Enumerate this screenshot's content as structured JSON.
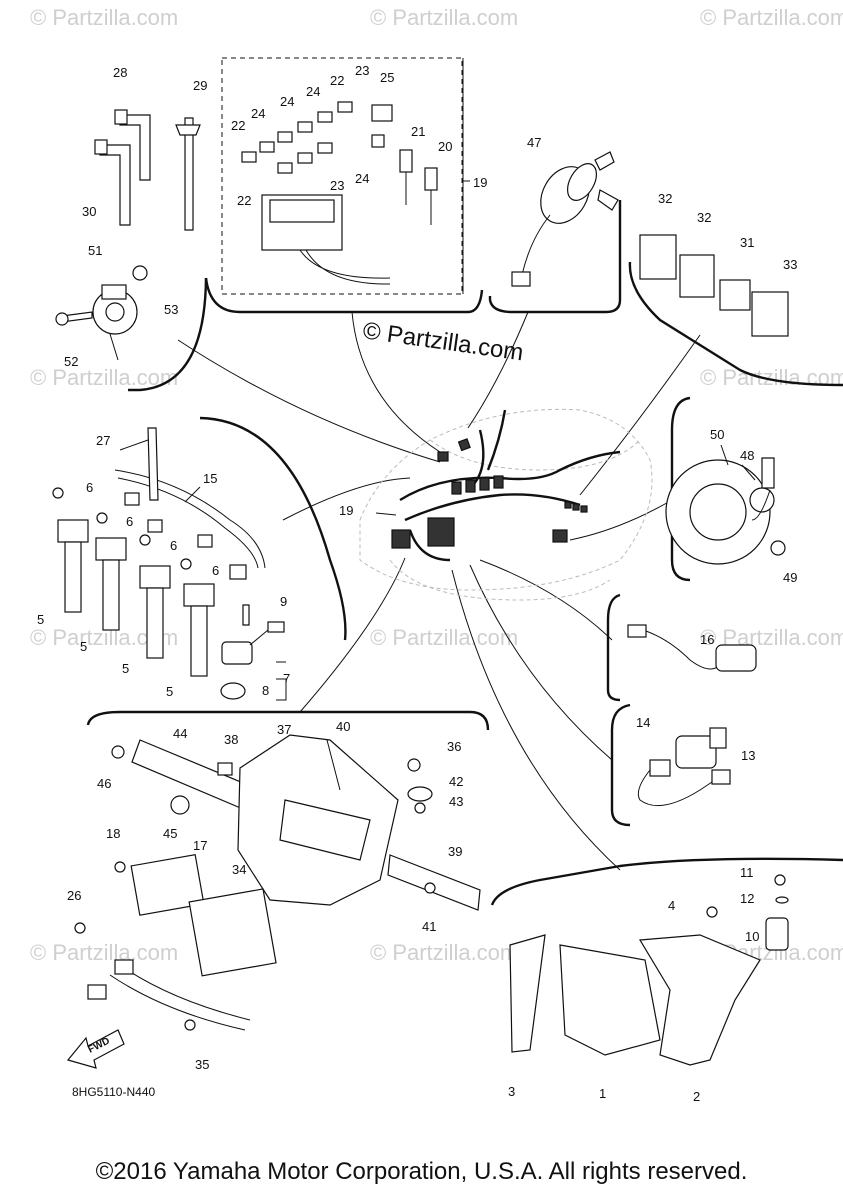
{
  "watermark": {
    "text": "© Partzilla.com",
    "center_text": "© Partzilla.com"
  },
  "diagram_code": "8HG5110-N440",
  "fwd_label": "FWD",
  "footer": "©2016 Yamaha Motor Corporation, U.S.A. All rights reserved.",
  "callouts": {
    "c1": "1",
    "c2": "2",
    "c3": "3",
    "c4": "4",
    "c5a": "5",
    "c5b": "5",
    "c5c": "5",
    "c5d": "5",
    "c6a": "6",
    "c6b": "6",
    "c6c": "6",
    "c6d": "6",
    "c7": "7",
    "c8": "8",
    "c9": "9",
    "c10": "10",
    "c11": "11",
    "c12": "12",
    "c13": "13",
    "c14": "14",
    "c15": "15",
    "c16": "16",
    "c17": "17",
    "c18": "18",
    "c19a": "19",
    "c19b": "19",
    "c20": "20",
    "c21": "21",
    "c22a": "22",
    "c22b": "22",
    "c22c": "22",
    "c23a": "23",
    "c23b": "23",
    "c24a": "24",
    "c24b": "24",
    "c24c": "24",
    "c24d": "24",
    "c25": "25",
    "c26": "26",
    "c27": "27",
    "c28": "28",
    "c29": "29",
    "c30": "30",
    "c31": "31",
    "c32a": "32",
    "c32b": "32",
    "c33": "33",
    "c34": "34",
    "c35": "35",
    "c36": "36",
    "c37": "37",
    "c38": "38",
    "c39": "39",
    "c40": "40",
    "c41": "41",
    "c42": "42",
    "c43": "43",
    "c44": "44",
    "c45": "45",
    "c46": "46",
    "c47": "47",
    "c48": "48",
    "c49": "49",
    "c50": "50",
    "c51": "51",
    "c52": "52",
    "c53": "53"
  }
}
